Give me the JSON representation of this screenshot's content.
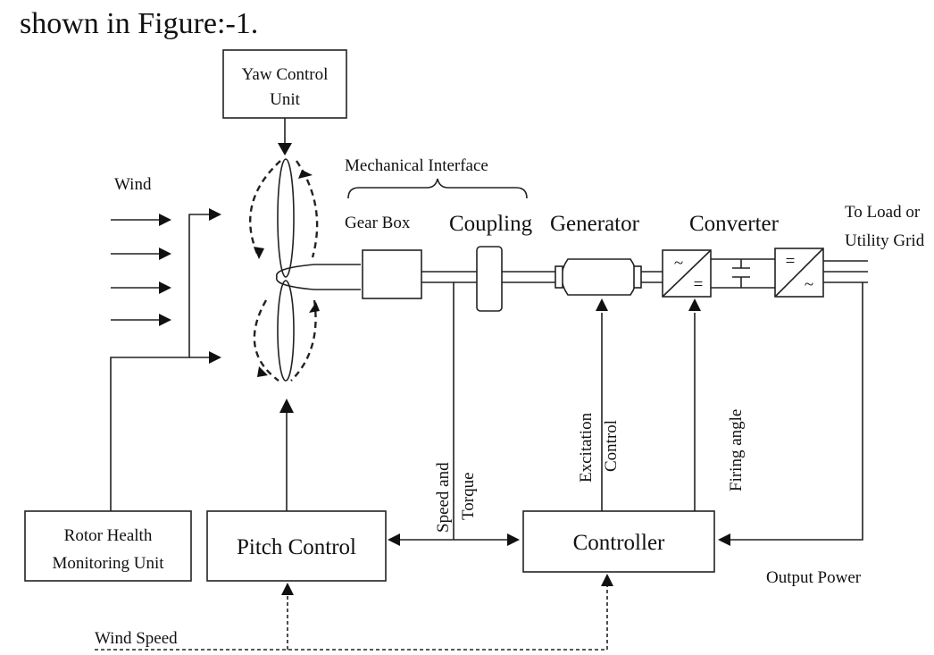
{
  "intro_text": "shown in Figure:-1.",
  "blocks": {
    "yaw_control": [
      "Yaw Control",
      "Unit"
    ],
    "rotor_health": [
      "Rotor Health",
      "Monitoring Unit"
    ],
    "pitch_control": "Pitch Control",
    "controller": "Controller",
    "gear_box": "Gear Box",
    "coupling": "Coupling",
    "generator": "Generator",
    "converter": "Converter"
  },
  "labels": {
    "wind": "Wind",
    "mechanical_interface": "Mechanical Interface",
    "to_load": [
      "To Load or",
      "Utility Grid"
    ],
    "speed_torque": [
      "Speed and",
      "Torque"
    ],
    "excitation": [
      "Excitation",
      "Control"
    ],
    "firing_angle": "Firing angle",
    "output_power": "Output Power",
    "wind_speed": "Wind Speed"
  },
  "converter_symbols": {
    "ac": "~",
    "dc": "="
  }
}
